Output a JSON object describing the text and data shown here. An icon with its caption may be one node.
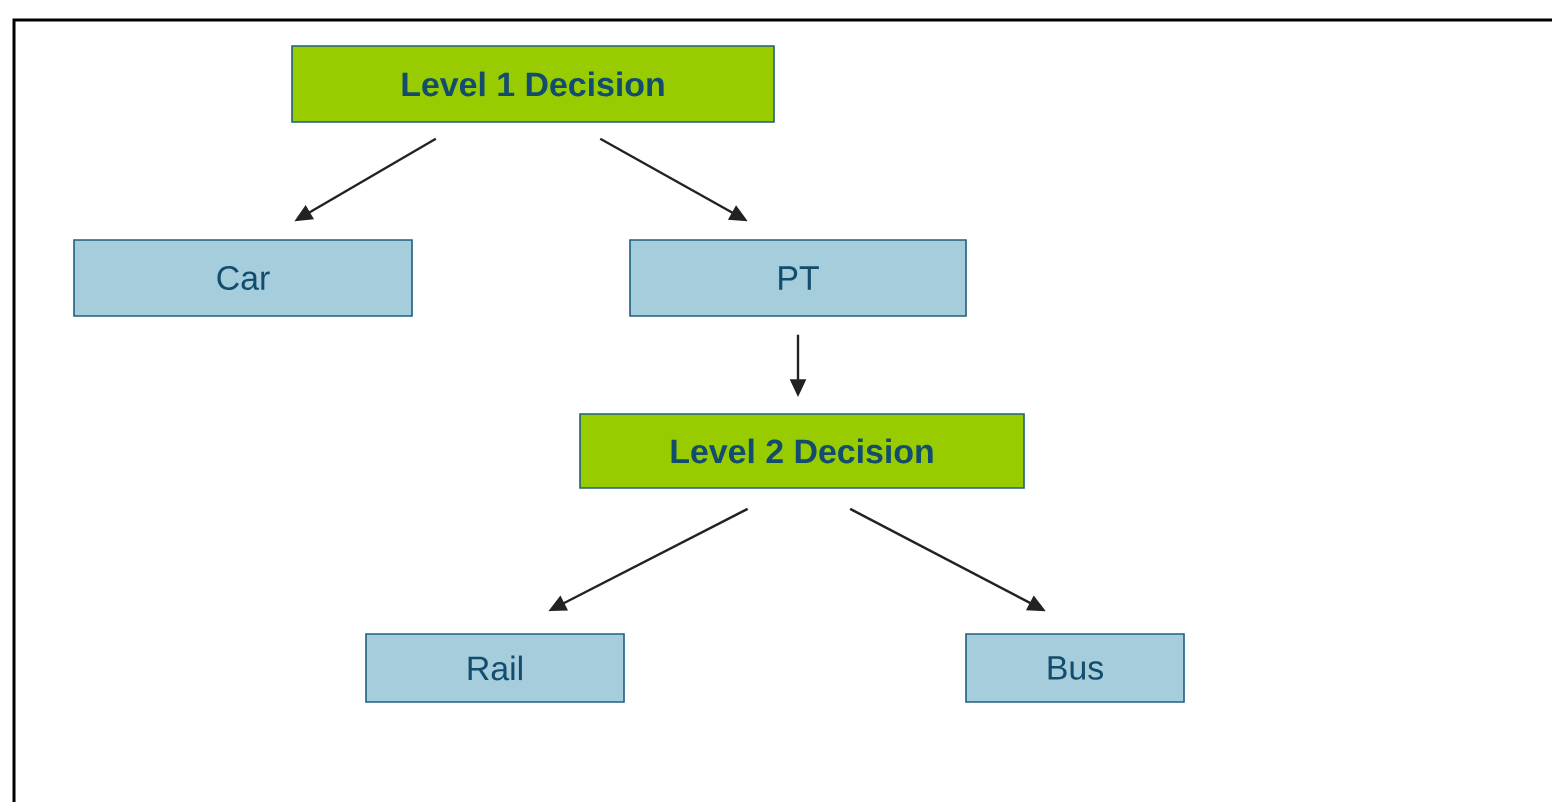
{
  "diagram": {
    "nodes": [
      {
        "text": [
          "Level 1 Decision"
        ]
      },
      {
        "text": [
          "Car"
        ]
      },
      {
        "text": [
          "PT"
        ]
      },
      {
        "text": [
          "Level 2 Decision"
        ]
      },
      {
        "text": [
          "Rail"
        ]
      },
      {
        "text": [
          "Bus"
        ]
      }
    ],
    "edges": [
      {
        "from": 0,
        "to": 1,
        "arrow": "to"
      },
      {
        "from": 0,
        "to": 2,
        "arrow": "to"
      },
      {
        "from": 2,
        "to": 3,
        "arrow": "to"
      },
      {
        "from": 3,
        "to": 4,
        "arrow": "to"
      },
      {
        "from": 3,
        "to": 5,
        "arrow": "to"
      }
    ]
  }
}
